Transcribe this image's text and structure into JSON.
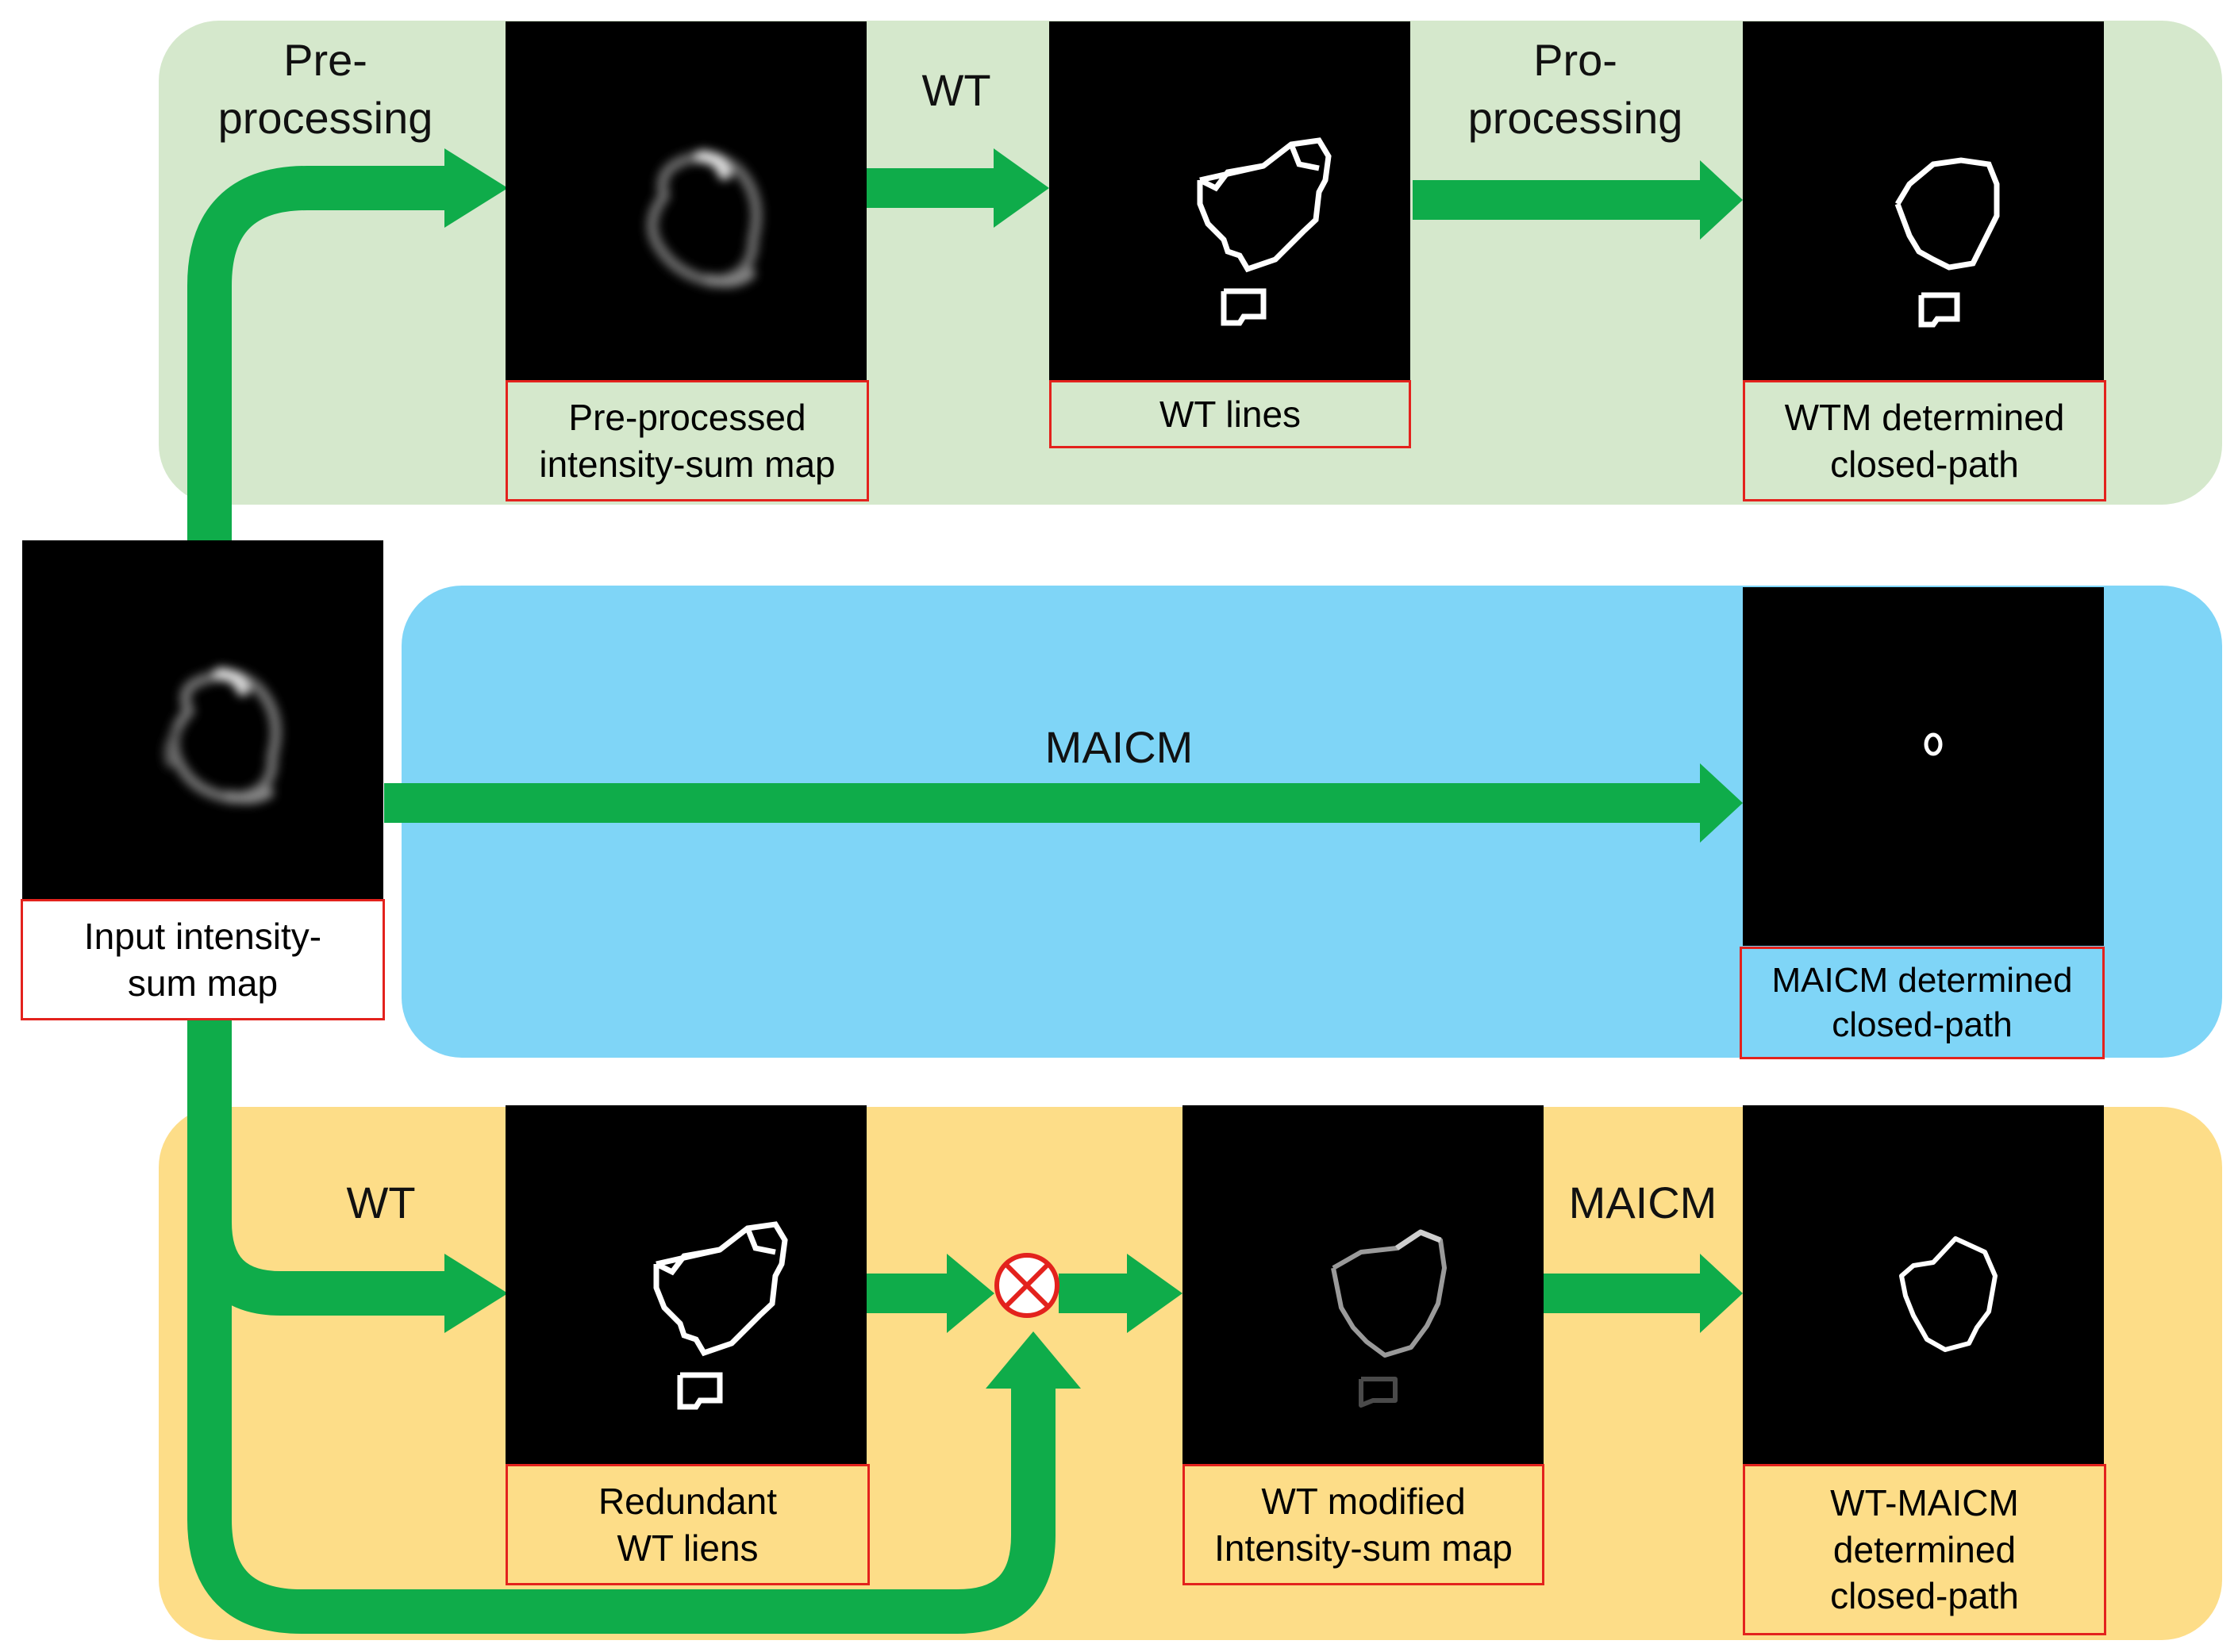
{
  "colors": {
    "top_band": "#d5e8cc",
    "middle_band": "#7fd5f7",
    "bottom_band": "#fddd88",
    "arrow": "#0fac4a",
    "caption_border": "#e3221d",
    "multiply_node": "#e3221d"
  },
  "input": {
    "caption": "Input intensity-\nsum map"
  },
  "top_row": {
    "step1_label": "Pre-\nprocessing",
    "panel1_caption": "Pre-processed\nintensity-sum map",
    "step2_label": "WT",
    "panel2_caption": "WT lines",
    "step3_label": "Pro-\nprocessing",
    "panel3_caption": "WTM determined\nclosed-path"
  },
  "middle_row": {
    "step_label": "MAICM",
    "panel_caption": "MAICM determined\nclosed-path"
  },
  "bottom_row": {
    "step1_label": "WT",
    "panel1_caption": "Redundant\nWT liens",
    "combine_icon": "multiply-circle-icon",
    "panel2_caption": "WT modified\nIntensity-sum map",
    "step2_label": "MAICM",
    "panel3_caption": "WT-MAICM\ndetermined\nclosed-path"
  }
}
